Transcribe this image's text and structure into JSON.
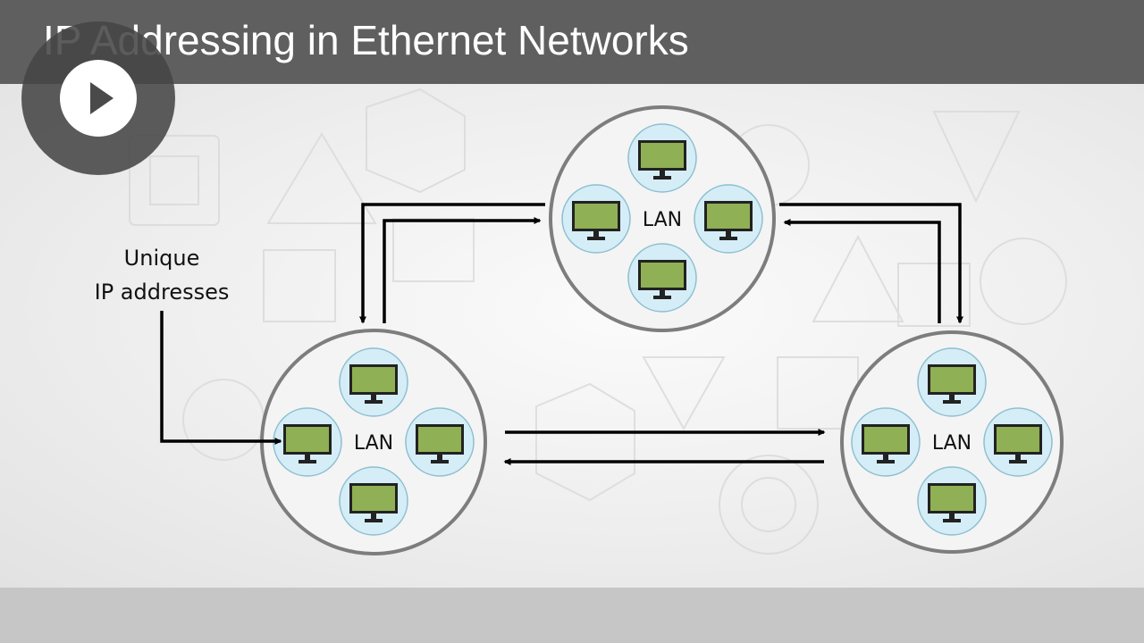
{
  "title": "IP Addressing in Ethernet Networks",
  "annotation": {
    "line1": "Unique",
    "line2": "IP addresses"
  },
  "networks": {
    "top": {
      "label": "LAN"
    },
    "left": {
      "label": "LAN"
    },
    "right": {
      "label": "LAN"
    }
  },
  "play_button": {
    "icon": "play-icon"
  },
  "colors": {
    "title_bar": "#5f5f5f",
    "monitor_screen": "#8fb054",
    "node_fill": "#d5edf6",
    "node_stroke": "#8cbfd0",
    "network_stroke": "#7d7d7d"
  }
}
